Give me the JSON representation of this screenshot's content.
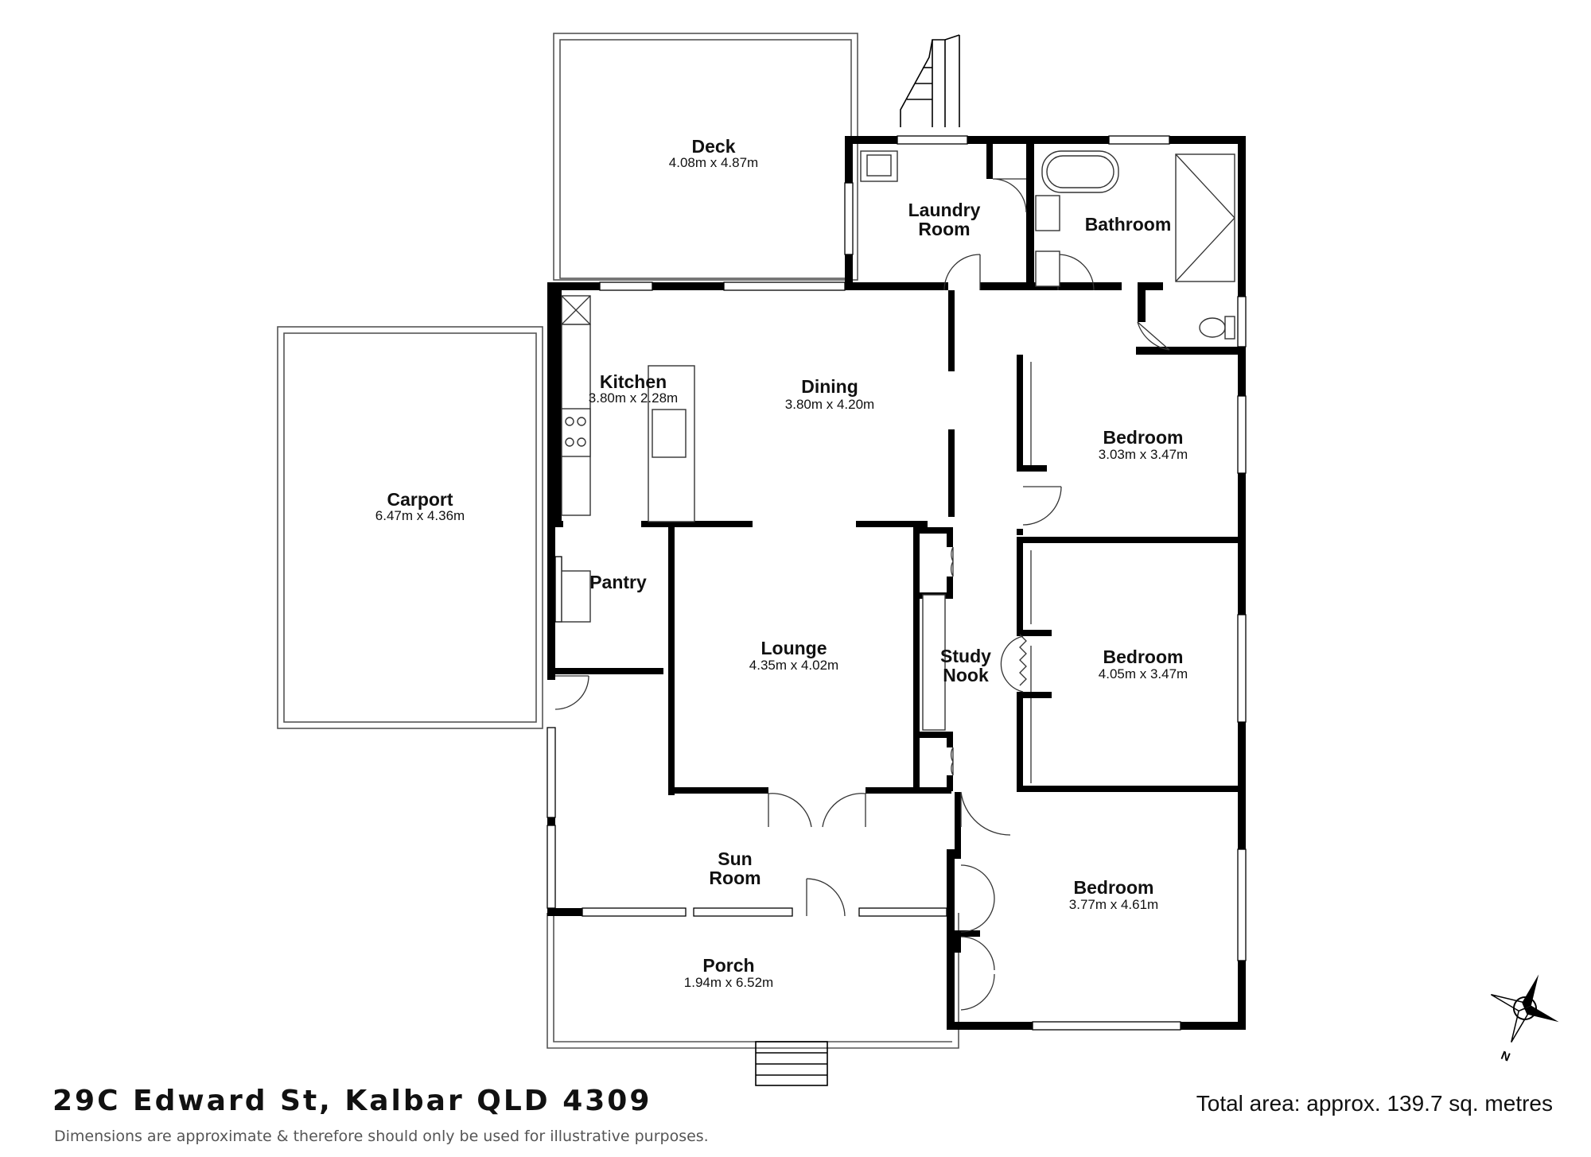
{
  "property": {
    "address": "29C Edward St, Kalbar QLD 4309",
    "total_area": "Total area: approx. 139.7 sq. metres",
    "disclaimer": "Dimensions are approximate & therefore should only be used for illustrative purposes."
  },
  "rooms": {
    "deck": {
      "name": "Deck",
      "dims": "4.08m x 4.87m"
    },
    "laundry": {
      "name_line1": "Laundry",
      "name_line2": "Room"
    },
    "bathroom": {
      "name": "Bathroom"
    },
    "kitchen": {
      "name": "Kitchen",
      "dims": "3.80m x 2.28m"
    },
    "dining": {
      "name": "Dining",
      "dims": "3.80m x 4.20m"
    },
    "carport": {
      "name": "Carport",
      "dims": "6.47m x 4.36m"
    },
    "pantry": {
      "name": "Pantry"
    },
    "lounge": {
      "name": "Lounge",
      "dims": "4.35m x 4.02m"
    },
    "study": {
      "name_line1": "Study",
      "name_line2": "Nook"
    },
    "bedroom1": {
      "name": "Bedroom",
      "dims": "3.03m x 3.47m"
    },
    "bedroom2": {
      "name": "Bedroom",
      "dims": "4.05m x 3.47m"
    },
    "bedroom3": {
      "name": "Bedroom",
      "dims": "3.77m x 4.61m"
    },
    "sunroom": {
      "name_line1": "Sun",
      "name_line2": "Room"
    },
    "porch": {
      "name": "Porch",
      "dims": "1.94m x 6.52m"
    }
  },
  "compass": {
    "label": "N"
  }
}
